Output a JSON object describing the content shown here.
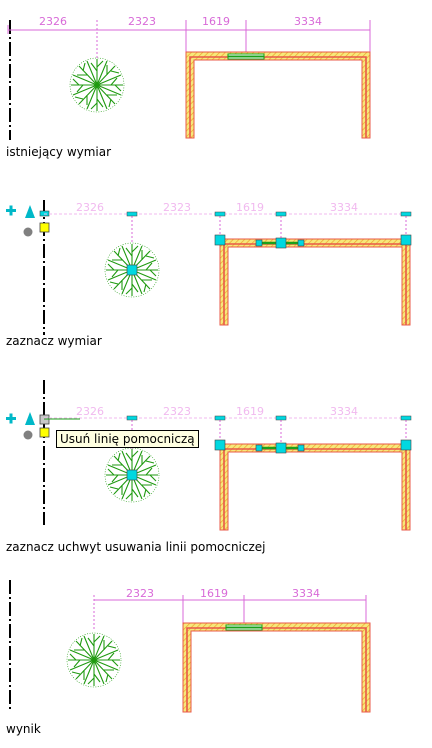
{
  "panels": [
    {
      "id": "step1",
      "dimensions": [
        "2326",
        "2323",
        "1619",
        "3334"
      ],
      "caption": "istniejący wymiar"
    },
    {
      "id": "step2",
      "dimensions": [
        "2326",
        "2323",
        "1619",
        "3334"
      ],
      "caption": "zaznacz wymiar"
    },
    {
      "id": "step3",
      "dimensions": [
        "2326",
        "2323",
        "1619",
        "3334"
      ],
      "caption": "zaznacz uchwyt usuwania linii pomocniczej",
      "tooltip": "Usuń linię pomocniczą"
    },
    {
      "id": "step4",
      "dimensions": [
        "2323",
        "1619",
        "3334"
      ],
      "caption": "wynik"
    }
  ],
  "colors": {
    "dimension": "#d86ad8",
    "dimension_selected": "#f1b9ef",
    "grip": "#00d8e0",
    "wall_fill": "#f6e97a",
    "wall_line": "#e8584a",
    "window": "#1aa01a",
    "tree": "#1f9a10",
    "tooltip_bg": "#ffffe1"
  },
  "icons": [
    "plus-grip-icon",
    "triangle-grip-icon",
    "circle-grip-icon",
    "square-grip-icon"
  ]
}
